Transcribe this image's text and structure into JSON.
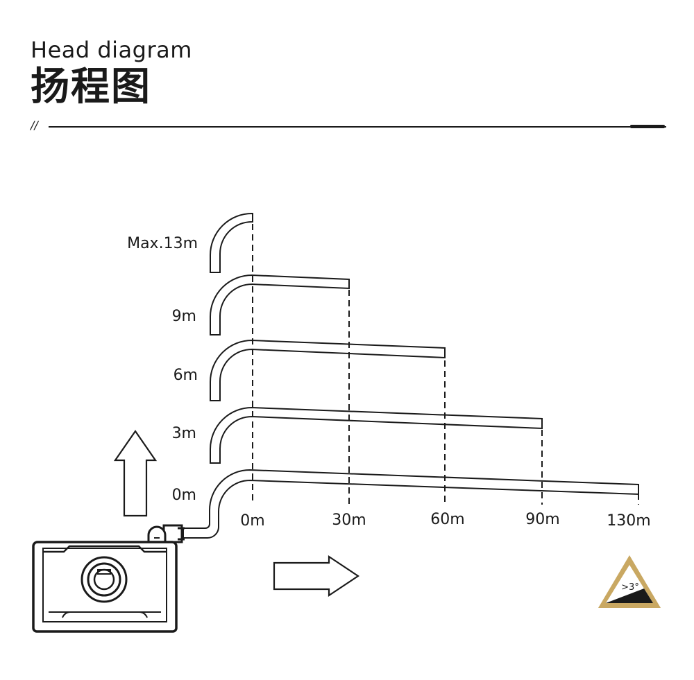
{
  "header": {
    "title_en": "Head diagram",
    "title_zh": "扬程图",
    "divider_mark": "//"
  },
  "diagram": {
    "head_labels": [
      "Max.13m",
      "9m",
      "6m",
      "3m",
      "0m"
    ],
    "distance_labels": [
      "0m",
      "30m",
      "60m",
      "90m",
      "130m"
    ],
    "slope_badge_text": ">3°",
    "colors": {
      "ink": "#1a1a1a",
      "badge_gold": "#c9a862",
      "badge_dark": "#1a1a1a"
    },
    "icons": [
      "up-arrow-icon",
      "right-arrow-icon",
      "slope-warning-icon",
      "pump-unit"
    ]
  }
}
